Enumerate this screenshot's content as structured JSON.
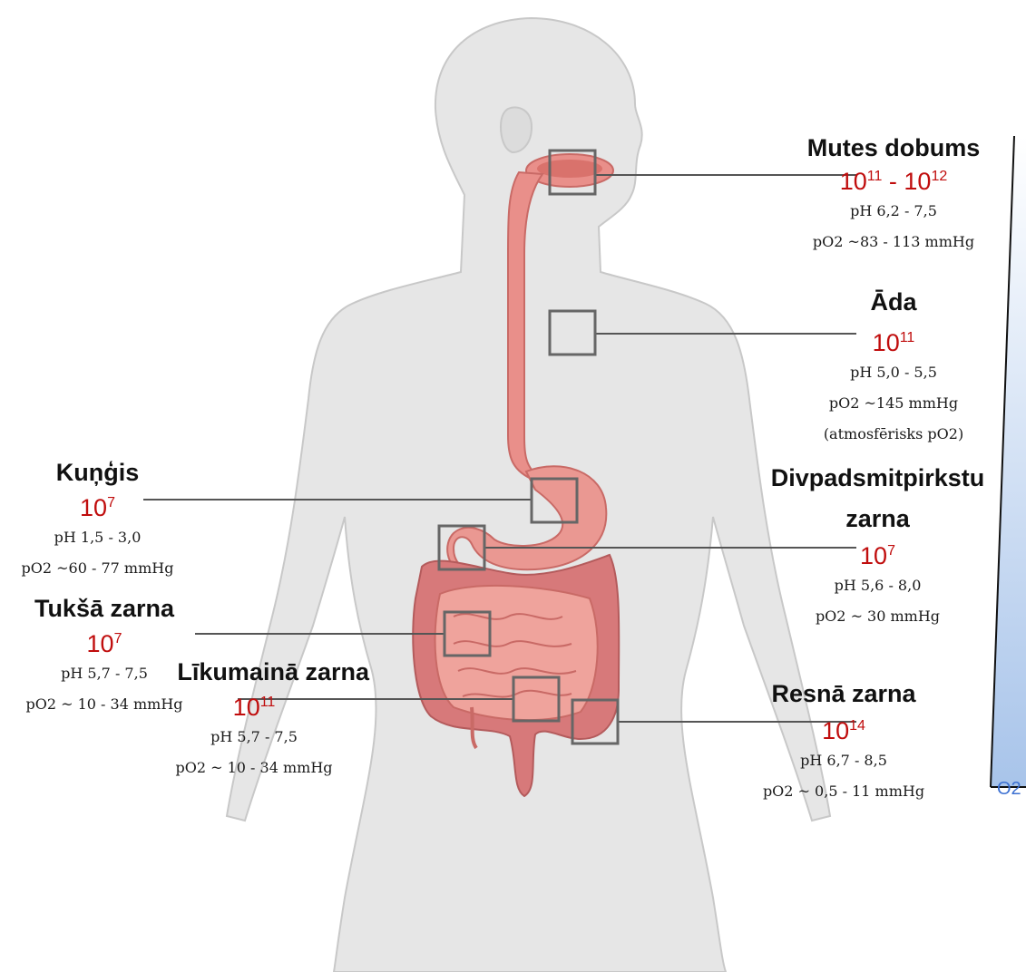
{
  "colors": {
    "skin": "#e6e6e6",
    "skin_outline": "#c8c8c8",
    "gut": "#e98f8a",
    "gut_outline": "#c96a66",
    "box": "#666666",
    "count_red": "#c00d0d",
    "gradient_top": "#ffffff",
    "gradient_bottom": "#a8c4ea",
    "axis_text": "#3a6fd1"
  },
  "icons": [
    "human-silhouette",
    "digestive-tract",
    "colon",
    "small-intestine",
    "stomach",
    "esophagus",
    "mouth-cavity"
  ],
  "axis_label": "O2",
  "sites": {
    "mouth": {
      "title": "Mutes dobums",
      "count_base_a": "10",
      "count_exp_a": "11",
      "count_sep": " - ",
      "count_base_b": "10",
      "count_exp_b": "12",
      "ph": "pH 6,2 - 7,5",
      "po2": "pO2 ~83 - 113 mmHg"
    },
    "skin": {
      "title": "Āda",
      "count_base": "10",
      "count_exp": "11",
      "ph": "pH 5,0 - 5,5",
      "po2": "pO2 ~145 mmHg",
      "note": "(atmosfērisks pO2)"
    },
    "stomach": {
      "title": "Kuņģis",
      "count_base": "10",
      "count_exp": "7",
      "ph": "pH 1,5 - 3,0",
      "po2": "pO2 ~60 - 77 mmHg"
    },
    "duodenum": {
      "title_line1": "Divpadsmitpirkstu",
      "title_line2": "zarna",
      "count_base": "10",
      "count_exp": "7",
      "ph": "pH 5,6 - 8,0",
      "po2": "pO2 ~ 30 mmHg"
    },
    "jejunum": {
      "title": "Tukšā zarna",
      "count_base": "10",
      "count_exp": "7",
      "ph": "pH 5,7 - 7,5",
      "po2": "pO2 ~ 10 - 34 mmHg"
    },
    "ileum": {
      "title": "Līkumainā zarna",
      "count_base": "10",
      "count_exp": "11",
      "ph": "pH 5,7 - 7,5",
      "po2": "pO2 ~ 10 - 34 mmHg"
    },
    "colon": {
      "title": "Resnā zarna",
      "count_base": "10",
      "count_exp": "14",
      "ph": "pH 6,7 - 8,5",
      "po2": "pO2 ~ 0,5 - 11 mmHg"
    }
  }
}
